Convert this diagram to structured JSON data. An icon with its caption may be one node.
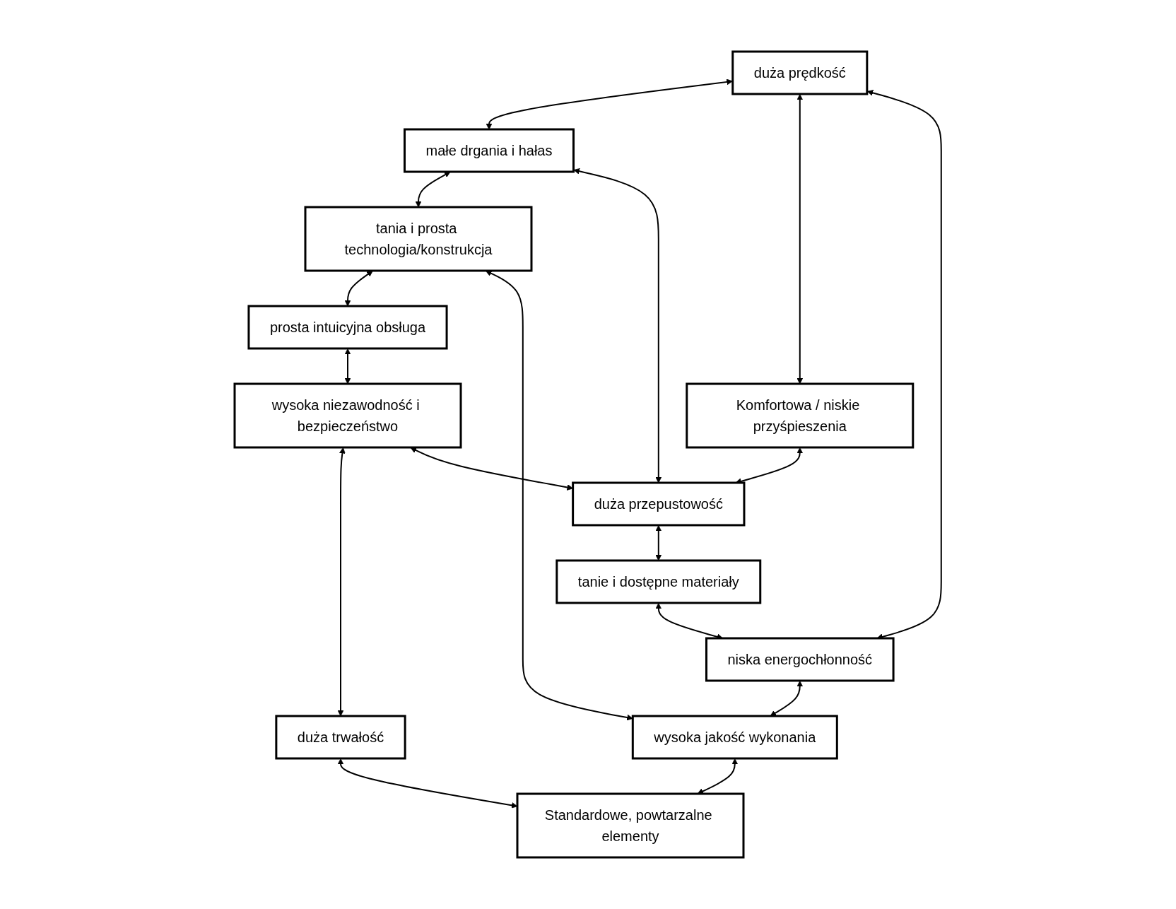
{
  "diagram": {
    "nodes": [
      {
        "text": [
          "duża prędkość"
        ]
      },
      {
        "text": [
          "małe drgania i hałas"
        ]
      },
      {
        "text": [
          "tania i prosta technologia/konstrukcja"
        ]
      },
      {
        "text": [
          "prosta intuicyjna obsługa"
        ]
      },
      {
        "text": [
          "wysoka niezawodność i bezpieczeństwo"
        ]
      },
      {
        "text": [
          "duża trwałość"
        ]
      },
      {
        "text": [
          "Komfortowa / niskie przyśpieszenia"
        ]
      },
      {
        "text": [
          "duża przepustowość"
        ]
      },
      {
        "text": [
          "tanie i dostępne materiały"
        ]
      },
      {
        "text": [
          "niska energochłonność"
        ]
      },
      {
        "text": [
          "wysoka jakość wykonania"
        ]
      },
      {
        "text": [
          "Standardowe, powtarzalne elementy"
        ]
      }
    ],
    "edges": [
      {
        "from": 0,
        "to": 1,
        "arrow": "both"
      },
      {
        "from": 1,
        "to": 2,
        "arrow": "both"
      },
      {
        "from": 2,
        "to": 3,
        "arrow": "both"
      },
      {
        "from": 3,
        "to": 4,
        "arrow": "both"
      },
      {
        "from": 4,
        "to": 5,
        "arrow": "both"
      },
      {
        "from": 6,
        "to": 7,
        "arrow": "both"
      },
      {
        "from": 7,
        "to": 8,
        "arrow": "both"
      },
      {
        "from": 8,
        "to": 9,
        "arrow": "both"
      },
      {
        "from": 9,
        "to": 10,
        "arrow": "both"
      },
      {
        "from": 10,
        "to": 11,
        "arrow": "both"
      },
      {
        "from": 0,
        "to": 6,
        "arrow": "both"
      },
      {
        "from": 1,
        "to": 7,
        "arrow": "both"
      },
      {
        "from": 0,
        "to": 9,
        "arrow": "both"
      },
      {
        "from": 2,
        "to": 10,
        "arrow": "both"
      },
      {
        "from": 4,
        "to": 7,
        "arrow": "both"
      },
      {
        "from": 5,
        "to": 11,
        "arrow": "both"
      }
    ]
  }
}
